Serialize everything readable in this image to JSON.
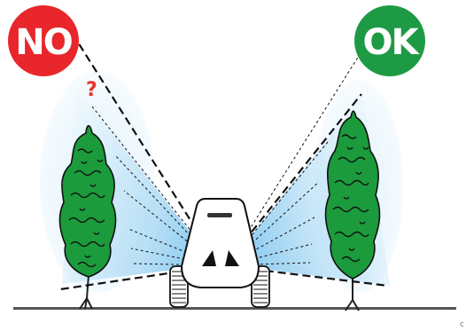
{
  "badges": {
    "no": {
      "label": "NO",
      "color": "#e8262b"
    },
    "ok": {
      "label": "OK",
      "color": "#1f9a44"
    }
  },
  "question_mark": "?",
  "corner_mark": "c",
  "colors": {
    "tree_fill": "#1b9b3c",
    "tree_outline": "#111111",
    "glow": "#cbe7f7",
    "cone": "#9fd3f2",
    "road": "#555555"
  }
}
